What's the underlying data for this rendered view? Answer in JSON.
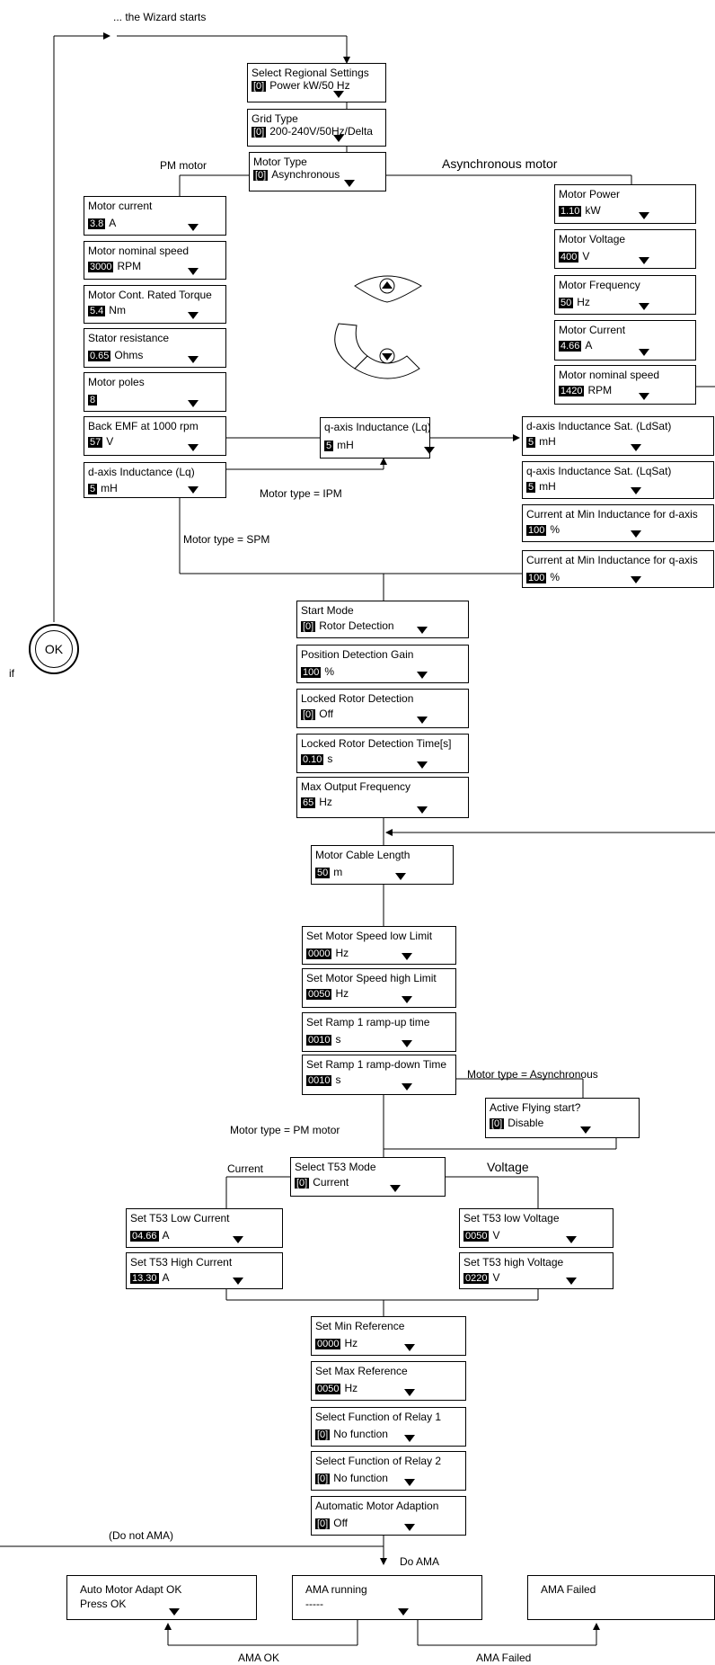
{
  "header": {
    "wizard_starts": "... the Wizard starts"
  },
  "if_label": "if",
  "ok_button_label": "OK",
  "branch_labels": {
    "pm_motor": "PM motor",
    "asynchronous_motor": "Asynchronous motor",
    "motor_type_ipm": "Motor type = IPM",
    "motor_type_spm": "Motor type = SPM",
    "motor_type_asynchronous": "Motor type = Asynchronous",
    "motor_type_pm_motor": "Motor type = PM motor",
    "current": "Current",
    "voltage": "Voltage",
    "do_not_ama": "(Do not AMA)",
    "do_ama": "Do AMA",
    "ama_ok": "AMA OK",
    "ama_failed": "AMA Failed"
  },
  "boxes": {
    "regional": {
      "title": "Select Regional Settings",
      "value": "[0]",
      "unit": "Power kW/50 Hz"
    },
    "grid_type": {
      "title": "Grid Type",
      "value": "[0]",
      "unit": "200-240V/50Hz/Delta"
    },
    "motor_type": {
      "title": "Motor Type",
      "value": "[0]",
      "unit": "Asynchronous"
    },
    "pm_motor_current": {
      "title": "Motor current",
      "value": "3.8",
      "unit": "A"
    },
    "pm_nominal_speed": {
      "title": "Motor nominal speed",
      "value": "3000",
      "unit": "RPM"
    },
    "pm_rated_torque": {
      "title": "Motor Cont. Rated Torque",
      "value": "5.4",
      "unit": "Nm"
    },
    "stator_resistance": {
      "title": "Stator resistance",
      "value": "0.65",
      "unit": "Ohms"
    },
    "motor_poles": {
      "title": "Motor poles",
      "value": "8",
      "unit": ""
    },
    "back_emf": {
      "title": "Back EMF at 1000 rpm",
      "value": "57",
      "unit": "V"
    },
    "d_axis_inductance": {
      "title": "d-axis Inductance (Lq)",
      "value": "5",
      "unit": "mH"
    },
    "q_axis_inductance": {
      "title": "q-axis Inductance (Lq)",
      "value": "5",
      "unit": "mH"
    },
    "async_motor_power": {
      "title": "Motor Power",
      "value": "1.10",
      "unit": "kW"
    },
    "async_motor_voltage": {
      "title": "Motor Voltage",
      "value": "400",
      "unit": "V"
    },
    "async_motor_frequency": {
      "title": "Motor Frequency",
      "value": "50",
      "unit": "Hz"
    },
    "async_motor_current": {
      "title": "Motor Current",
      "value": "4.66",
      "unit": "A"
    },
    "async_nominal_speed": {
      "title": "Motor nominal speed",
      "value": "1420",
      "unit": "RPM"
    },
    "d_axis_sat": {
      "title": "d-axis Inductance Sat. (LdSat)",
      "value": "5",
      "unit": "mH"
    },
    "q_axis_sat": {
      "title": "q-axis Inductance Sat. (LqSat)",
      "value": "5",
      "unit": "mH"
    },
    "current_min_d": {
      "title": "Current at Min Inductance for d-axis",
      "value": "100",
      "unit": "%"
    },
    "current_min_q": {
      "title": "Current at Min Inductance for q-axis",
      "value": "100",
      "unit": "%"
    },
    "start_mode": {
      "title": "Start Mode",
      "value": "[0]",
      "unit": "Rotor Detection"
    },
    "position_gain": {
      "title": "Position Detection Gain",
      "value": "100",
      "unit": "%"
    },
    "locked_rotor": {
      "title": "Locked Rotor Detection",
      "value": "[0]",
      "unit": "Off"
    },
    "locked_rotor_time": {
      "title": "Locked Rotor Detection Time[s]",
      "value": "0.10",
      "unit": "s"
    },
    "max_output_freq": {
      "title": "Max Output Frequency",
      "value": "65",
      "unit": "Hz"
    },
    "cable_length": {
      "title": "Motor Cable Length",
      "value": "50",
      "unit": "m"
    },
    "speed_low": {
      "title": "Set Motor Speed low Limit",
      "value": "0000",
      "unit": "Hz"
    },
    "speed_high": {
      "title": "Set Motor Speed high Limit",
      "value": "0050",
      "unit": "Hz"
    },
    "ramp_up": {
      "title": "Set Ramp 1 ramp-up time",
      "value": "0010",
      "unit": "s"
    },
    "ramp_down": {
      "title": "Set Ramp 1 ramp-down Time",
      "value": "0010",
      "unit": "s"
    },
    "flying_start": {
      "title": "Active Flying start?",
      "value": "[0]",
      "unit": "Disable"
    },
    "t53_mode": {
      "title": "Select T53 Mode",
      "value": "[0]",
      "unit": "Current"
    },
    "t53_low_current": {
      "title": "Set T53 Low Current",
      "value": "04.66",
      "unit": "A"
    },
    "t53_high_current": {
      "title": "Set T53 High Current",
      "value": "13.30",
      "unit": "A"
    },
    "t53_low_voltage": {
      "title": "Set T53 low Voltage",
      "value": "0050",
      "unit": "V"
    },
    "t53_high_voltage": {
      "title": "Set T53 high Voltage",
      "value": "0220",
      "unit": "V"
    },
    "min_reference": {
      "title": "Set Min Reference",
      "value": "0000",
      "unit": "Hz"
    },
    "max_reference": {
      "title": "Set Max Reference",
      "value": "0050",
      "unit": "Hz"
    },
    "relay1": {
      "title": "Select Function of Relay 1",
      "value": "[0]",
      "unit": "No function"
    },
    "relay2": {
      "title": "Select Function of Relay 2",
      "value": "[0]",
      "unit": "No function"
    },
    "ama": {
      "title": "Automatic Motor Adaption",
      "value": "[0]",
      "unit": "Off"
    },
    "ama_ok_box": {
      "title": "Auto Motor Adapt OK",
      "line2": "Press OK"
    },
    "ama_running_box": {
      "title": "AMA running",
      "line2": "-----"
    },
    "ama_failed_box": {
      "title": "AMA Failed"
    }
  }
}
